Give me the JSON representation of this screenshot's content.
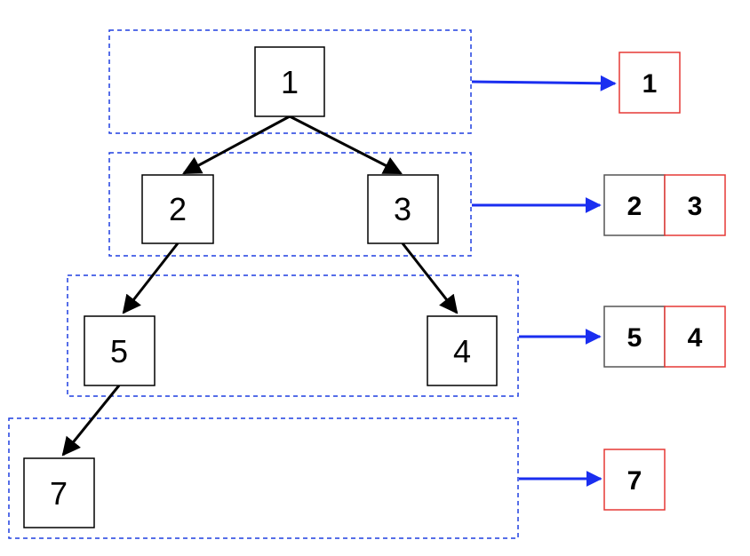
{
  "colors": {
    "level_box_border": "#1f3fe0",
    "arrow_blue": "#1a2ef0",
    "tree_edge": "#000000",
    "node_border": "#000000",
    "output_highlight": "#e53935",
    "output_normal": "#555555"
  },
  "tree": {
    "nodes": [
      {
        "id": "n1",
        "label": "1"
      },
      {
        "id": "n2",
        "label": "2"
      },
      {
        "id": "n3",
        "label": "3"
      },
      {
        "id": "n5",
        "label": "5"
      },
      {
        "id": "n4",
        "label": "4"
      },
      {
        "id": "n7",
        "label": "7"
      }
    ],
    "edges": [
      {
        "from": "1",
        "to": "2"
      },
      {
        "from": "1",
        "to": "3"
      },
      {
        "from": "2",
        "to": "5"
      },
      {
        "from": "3",
        "to": "4"
      },
      {
        "from": "5",
        "to": "7"
      }
    ]
  },
  "levels": [
    {
      "nodes": [
        "1"
      ],
      "output": [
        {
          "label": "1",
          "highlight": true
        }
      ]
    },
    {
      "nodes": [
        "2",
        "3"
      ],
      "output": [
        {
          "label": "2",
          "highlight": false
        },
        {
          "label": "3",
          "highlight": true
        }
      ]
    },
    {
      "nodes": [
        "5",
        "4"
      ],
      "output": [
        {
          "label": "5",
          "highlight": false
        },
        {
          "label": "4",
          "highlight": true
        }
      ]
    },
    {
      "nodes": [
        "7"
      ],
      "output": [
        {
          "label": "7",
          "highlight": true
        }
      ]
    }
  ]
}
